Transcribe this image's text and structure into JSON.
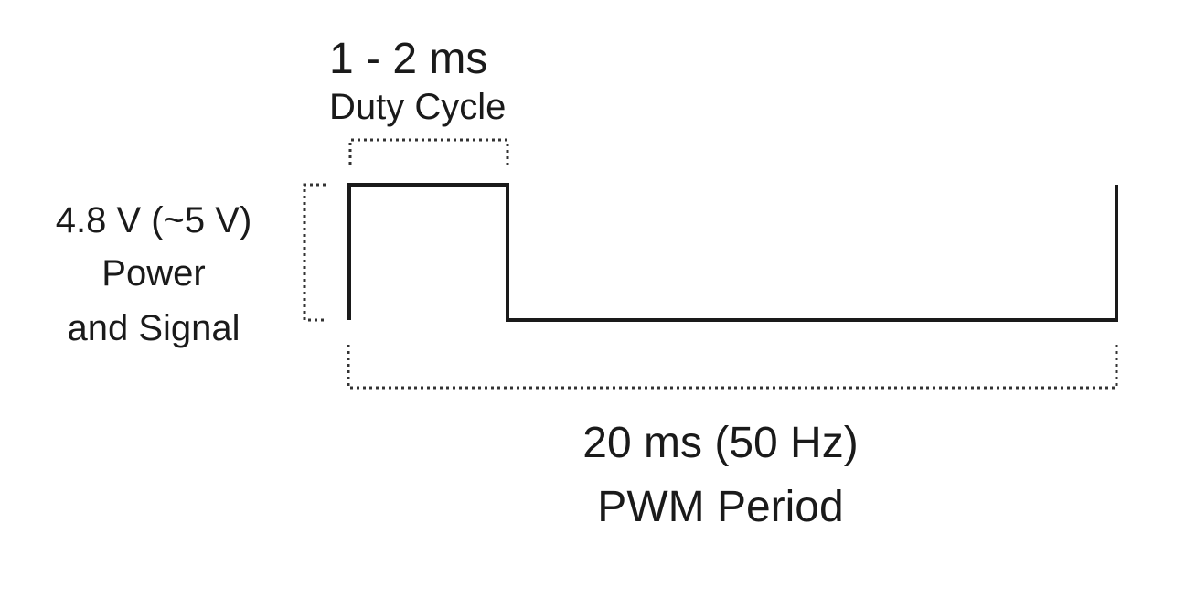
{
  "duty_cycle": {
    "value_text": "1 - 2 ms",
    "label": "Duty Cycle"
  },
  "voltage": {
    "value_text": "4.8 V (~5 V)",
    "label_line1": "Power",
    "label_line2": "and Signal"
  },
  "period": {
    "value_text": "20 ms (50 Hz)",
    "label": "PWM Period"
  },
  "colors": {
    "line": "#1a1a1a",
    "bracket": "#333333",
    "background": "#ffffff"
  }
}
